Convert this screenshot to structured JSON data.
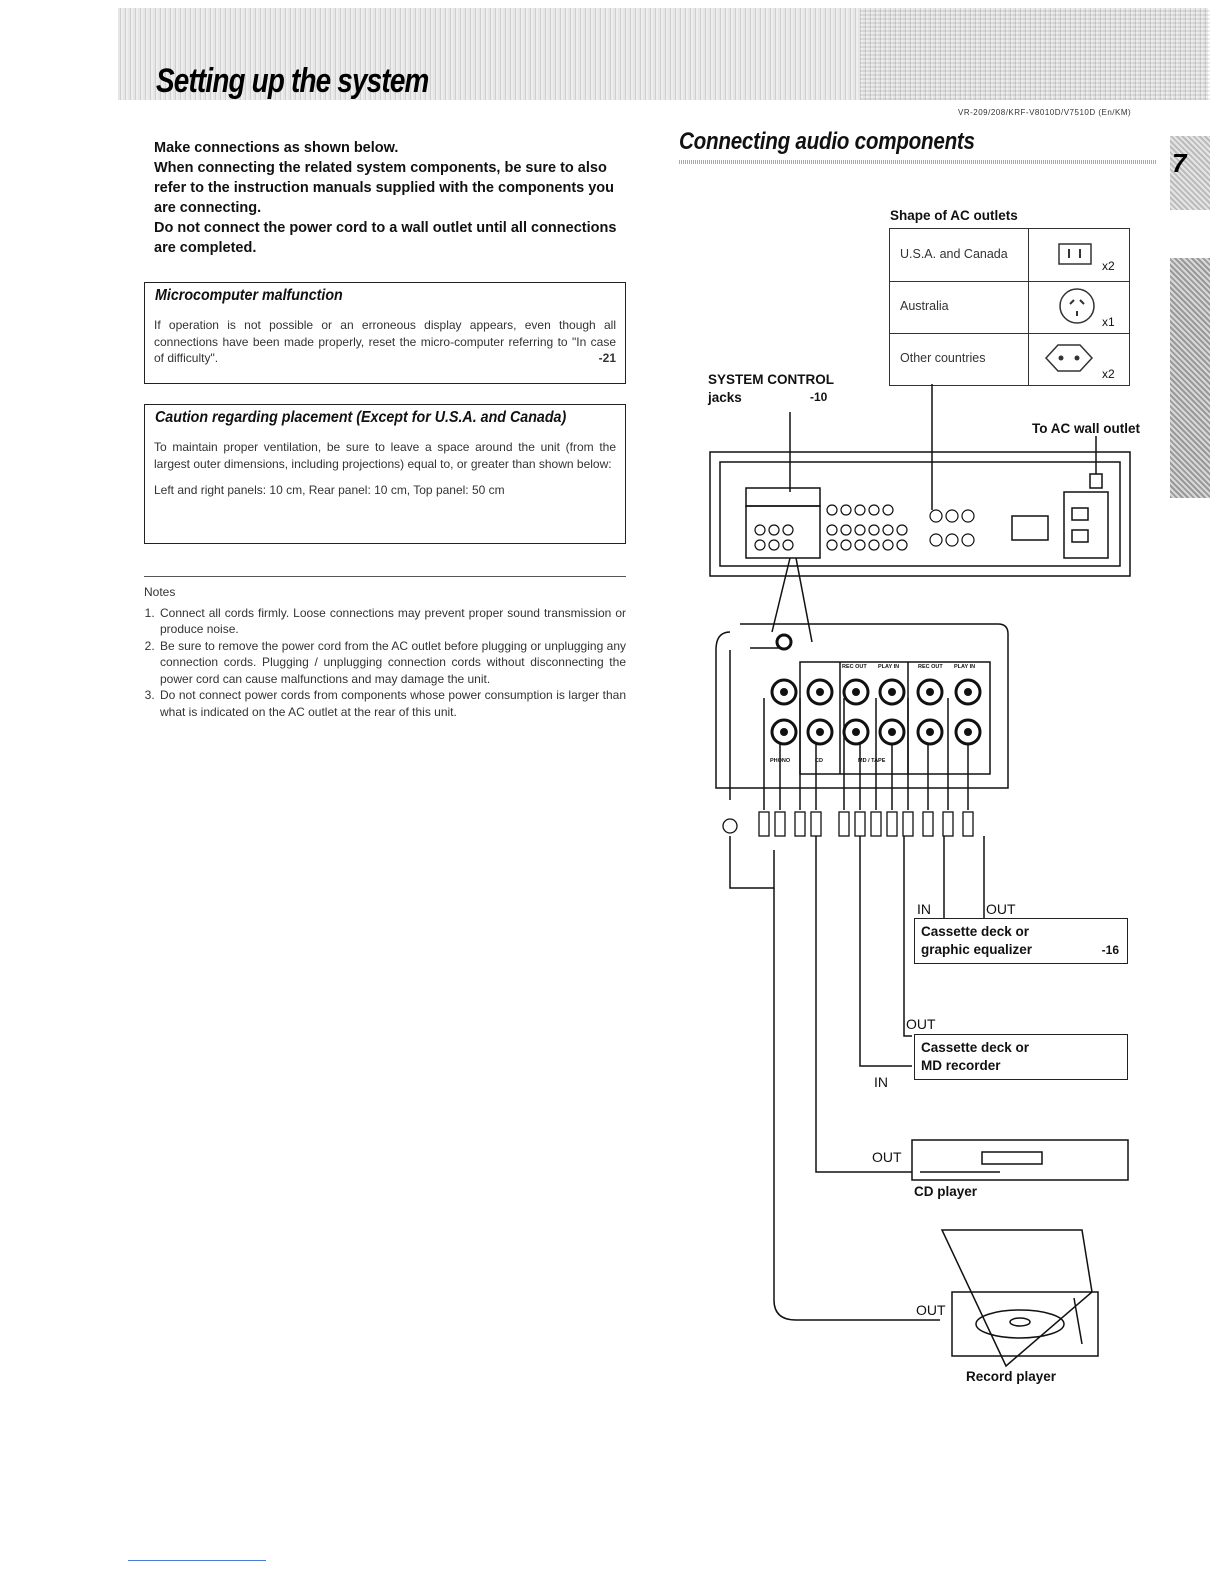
{
  "header": {
    "title": "Setting up the system",
    "model_code": "VR-209/208/KRF-V8010D/V7510D (En/KM)"
  },
  "intro": [
    "Make connections as shown below.",
    "When connecting the related system components, be sure to also refer to the instruction manuals supplied with the components you are connecting.",
    "Do not connect the power cord to a wall outlet until all connections are completed."
  ],
  "microcomputer_box": {
    "title": "Microcomputer malfunction",
    "body": "If operation is not possible or an erroneous display appears, even though all connections have been made properly, reset the micro-computer referring to \"In case of difficulty\".",
    "page_ref": "-21"
  },
  "caution_box": {
    "title": "Caution regarding placement (Except for U.S.A. and Canada)",
    "body": "To maintain proper ventilation, be sure to leave a space around the unit (from the largest outer dimensions, including projections) equal to, or greater than shown below:",
    "dimensions": "Left and right panels: 10 cm, Rear panel: 10 cm, Top panel: 50 cm"
  },
  "notes": {
    "heading": "Notes",
    "items": [
      "Connect all cords firmly. Loose connections may prevent proper sound transmission or produce noise.",
      "Be sure to remove the power cord from the AC outlet before plugging or unplugging any connection cords. Plugging / unplugging connection cords without disconnecting the power cord can cause malfunctions and may damage the unit.",
      "Do not connect power cords from components whose power consumption is larger than what is indicated on the AC outlet at the rear of this unit."
    ]
  },
  "section": {
    "title": "Connecting audio components",
    "page_number": "7"
  },
  "outlets": {
    "heading": "Shape of AC outlets",
    "rows": [
      {
        "region": "U.S.A. and Canada",
        "count": "x2"
      },
      {
        "region": "Australia",
        "count": "x1"
      },
      {
        "region": "Other countries",
        "count": "x2"
      }
    ]
  },
  "diagram": {
    "system_control": "SYSTEM CONTROL",
    "jacks": "jacks",
    "system_control_ref": "-10",
    "ac_wall": "To AC wall outlet",
    "panel_labels": {
      "rec_out_1": "REC OUT",
      "play_in_1": "PLAY IN",
      "rec_out_2": "REC OUT",
      "play_in_2": "PLAY IN",
      "phono": "PHONO",
      "cd": "CD",
      "md_tape": "MD / TAPE"
    },
    "labels": {
      "in_1": "IN",
      "out_1": "OUT",
      "out_2": "OUT",
      "in_2": "IN",
      "out_3": "OUT",
      "out_4": "OUT"
    },
    "components": {
      "cassette_eq_line1": "Cassette deck or",
      "cassette_eq_line2": "graphic equalizer",
      "cassette_eq_ref": "-16",
      "cassette_md_line1": "Cassette deck or",
      "cassette_md_line2": "MD recorder",
      "cd_player": "CD player",
      "record_player": "Record player"
    }
  }
}
